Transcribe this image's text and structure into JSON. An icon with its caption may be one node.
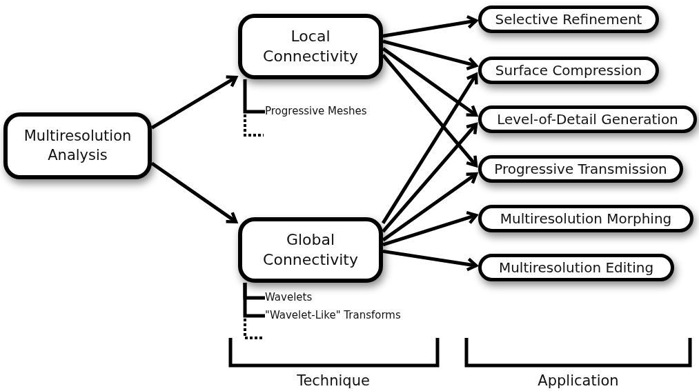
{
  "diagram": {
    "nodes": [
      {
        "text": [
          "Multiresolution Analysis"
        ]
      },
      {
        "text": [
          "Local Connectivity"
        ]
      },
      {
        "text": [
          "Global Connectivity"
        ]
      },
      {
        "text": [
          "Selective Refinement"
        ]
      },
      {
        "text": [
          "Surface Compression"
        ]
      },
      {
        "text": [
          "Level-of-Detail Generation"
        ]
      },
      {
        "text": [
          "Progressive Transmission"
        ]
      },
      {
        "text": [
          "Multiresolution Morphing"
        ]
      },
      {
        "text": [
          "Multiresolution Editing"
        ]
      },
      {
        "text": [
          "Progressive Meshes"
        ]
      },
      {
        "text": [
          "Wavelets"
        ]
      },
      {
        "text": [
          "\"Wavelet-Like\" Transforms"
        ]
      }
    ],
    "edges": [
      {
        "from": 0,
        "to": 1,
        "arrow": "to"
      },
      {
        "from": 0,
        "to": 2,
        "arrow": "to"
      },
      {
        "from": 1,
        "to": 3,
        "arrow": "to"
      },
      {
        "from": 1,
        "to": 4,
        "arrow": "to"
      },
      {
        "from": 1,
        "to": 5,
        "arrow": "to"
      },
      {
        "from": 1,
        "to": 6,
        "arrow": "to"
      },
      {
        "from": 2,
        "to": 4,
        "arrow": "to"
      },
      {
        "from": 2,
        "to": 5,
        "arrow": "to"
      },
      {
        "from": 2,
        "to": 6,
        "arrow": "to"
      },
      {
        "from": 2,
        "to": 7,
        "arrow": "to"
      },
      {
        "from": 2,
        "to": 8,
        "arrow": "to"
      },
      {
        "from": 1,
        "to": 9,
        "arrow": "none"
      },
      {
        "from": 2,
        "to": 10,
        "arrow": "none"
      },
      {
        "from": 2,
        "to": 11,
        "arrow": "none"
      }
    ],
    "labels": [
      "Technique",
      "Application"
    ]
  }
}
